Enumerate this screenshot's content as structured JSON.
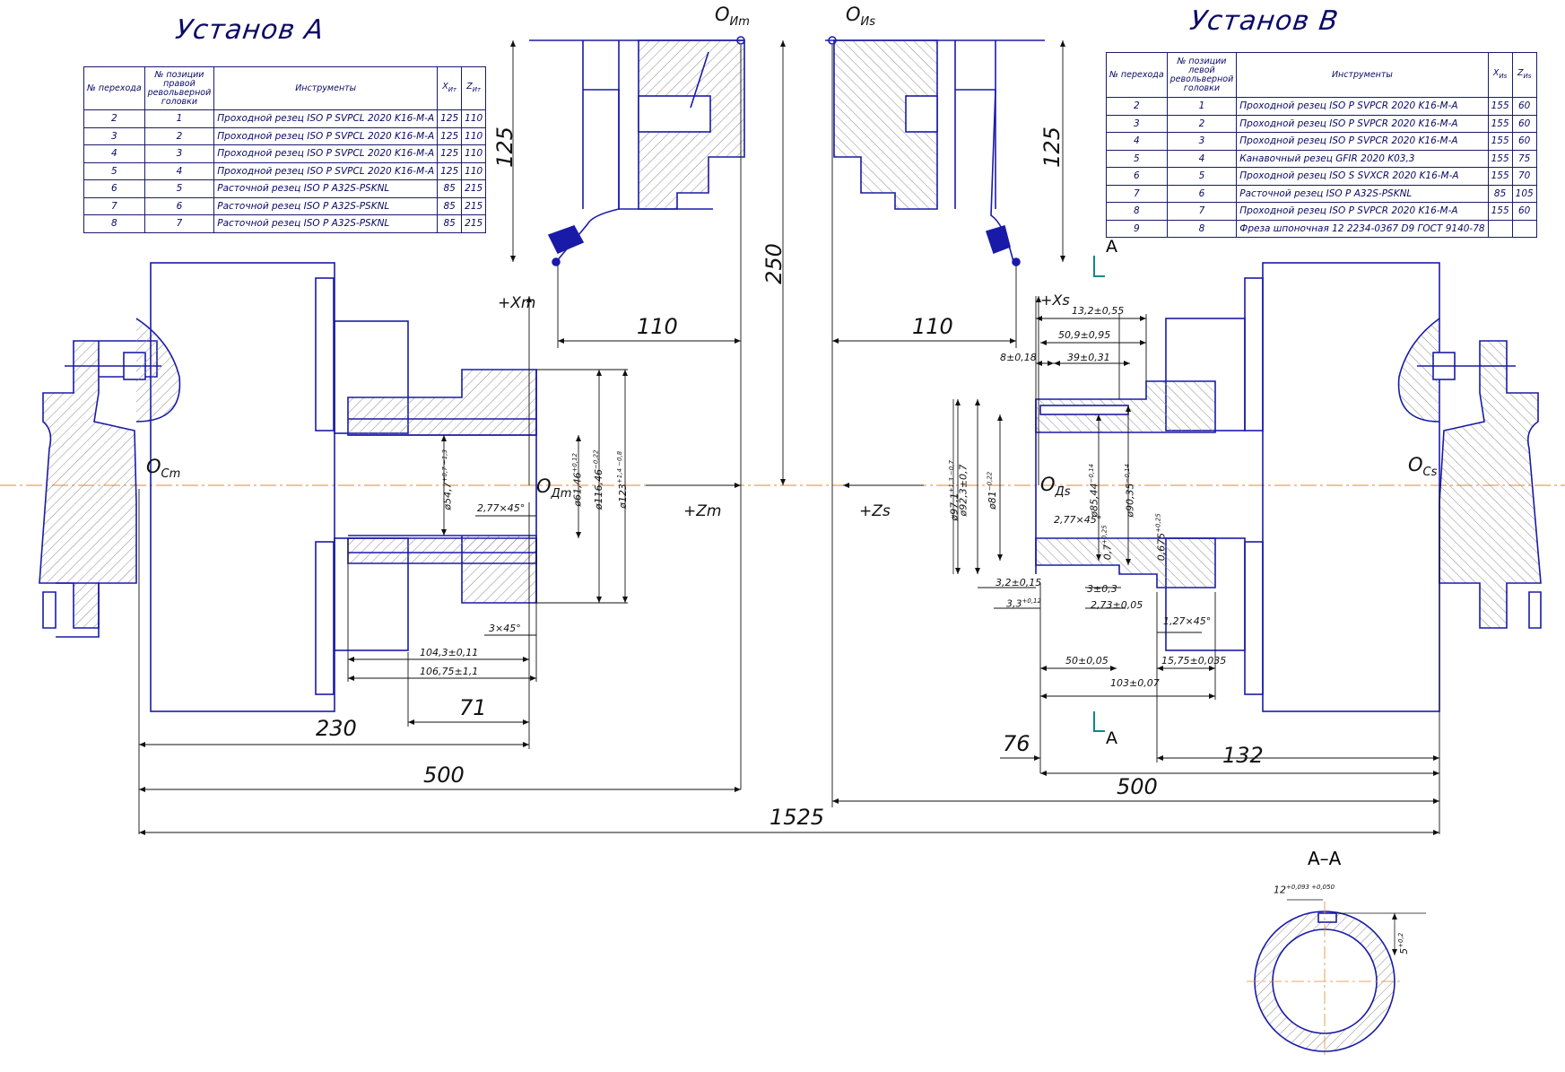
{
  "setup_a": {
    "title": "Установ А",
    "table": {
      "headers": [
        "№ перехода",
        "№ позиции правой револьверной головки",
        "Инструменты",
        "X",
        "Z"
      ],
      "header_subs": [
        "Ит",
        "Ит"
      ],
      "rows": [
        [
          "2",
          "1",
          "Проходной резец ISO P SVPCL 2020 K16-M-A",
          "125",
          "110"
        ],
        [
          "3",
          "2",
          "Проходной резец ISO P SVPCL 2020 K16-M-A",
          "125",
          "110"
        ],
        [
          "4",
          "3",
          "Проходной резец ISO P SVPCL 2020 K16-M-A",
          "125",
          "110"
        ],
        [
          "5",
          "4",
          "Проходной резец ISO P SVPCL 2020 K16-M-A",
          "125",
          "110"
        ],
        [
          "6",
          "5",
          "Расточной резец ISO P A32S-PSKNL",
          "85",
          "215"
        ],
        [
          "7",
          "6",
          "Расточной резец ISO P A32S-PSKNL",
          "85",
          "215"
        ],
        [
          "8",
          "7",
          "Расточной резец ISO P A32S-PSKNL",
          "85",
          "215"
        ]
      ]
    }
  },
  "setup_b": {
    "title": "Установ В",
    "table": {
      "headers": [
        "№ перехода",
        "№ позиции левой револьверной головки",
        "Инструменты",
        "X",
        "Z"
      ],
      "header_subs": [
        "Иs",
        "Иs"
      ],
      "rows": [
        [
          "2",
          "1",
          "Проходной резец ISO P SVPCR 2020 K16-M-A",
          "155",
          "60"
        ],
        [
          "3",
          "2",
          "Проходной резец ISO P SVPCR 2020 K16-M-A",
          "155",
          "60"
        ],
        [
          "4",
          "3",
          "Проходной резец ISO P SVPCR 2020 K16-M-A",
          "155",
          "60"
        ],
        [
          "5",
          "4",
          "Канавочный резец GFIR 2020 K03,3",
          "155",
          "75"
        ],
        [
          "6",
          "5",
          "Проходной резец ISO S SVXCR 2020 K16-M-A",
          "155",
          "70"
        ],
        [
          "7",
          "6",
          "Расточной резец ISO P A32S-PSKNL",
          "85",
          "105"
        ],
        [
          "8",
          "7",
          "Проходной резец ISO P SVPCR 2020 K16-M-A",
          "155",
          "60"
        ],
        [
          "9",
          "8",
          "Фреза шпоночная 12 2234-0367 D9 ГОСТ 9140-78",
          "",
          ""
        ]
      ]
    }
  },
  "points": {
    "o_im": "O",
    "o_im_sub": "Иm",
    "o_is": "O",
    "o_is_sub": "Иs",
    "o_cm": "O",
    "o_cm_sub": "Cm",
    "o_cs": "O",
    "o_cs_sub": "Cs",
    "o_dm": "O",
    "o_dm_sub": "Дm",
    "o_ds": "O",
    "o_ds_sub": "Дs"
  },
  "axes": {
    "xm": "+Xm",
    "zm": "+Zm",
    "xs": "+Xs",
    "zs": "+Zs"
  },
  "dims_left": {
    "d125": "125",
    "d110": "110",
    "d230": "230",
    "d500": "500",
    "d71": "71",
    "d1043": "104,3±0,11",
    "d10675": "106,75±1,1",
    "chamfer_277": "2,77×45°",
    "chamfer_3": "3×45°",
    "phi547": "ø54,7",
    "phi547_tol": "+0,7 −1,3",
    "phi6146": "ø61,46",
    "phi6146_tol": "+0,12",
    "phi11646": "ø116,46",
    "phi11646_tol": "−0,22",
    "phi123": "ø123",
    "phi123_tol": "+1,4 −0,8"
  },
  "dims_center": {
    "d250": "250",
    "d1525": "1525"
  },
  "dims_right": {
    "d125": "125",
    "d110": "110",
    "d132": "132",
    "d500": "500",
    "d76": "76",
    "d132_055": "13,2±0,55",
    "d509": "50,9±0,95",
    "d8": "8±0,18",
    "d39": "39±0,31",
    "d32": "3,2±0,15",
    "d33": "3,3",
    "d33_tol": "+0,12",
    "d3": "3±0,3",
    "d273": "2,73±0,05",
    "d50": "50±0,05",
    "d1575": "15,75±0,035",
    "d103": "103±0,07",
    "chamfer_277": "2,77×45°",
    "chamfer_127": "1,27×45°",
    "d07": "0,7",
    "d07_tol": "+0,25",
    "d0675": "0,675",
    "d0675_tol": "+0,25",
    "phi971": "ø97,1",
    "phi971_tol": "+1,3 −0,7",
    "phi923": "ø92,3±0,7",
    "phi81": "ø81",
    "phi81_tol": "−0,22",
    "phi8544": "ø85,44",
    "phi8544_tol": "−0,14",
    "phi9035": "ø90,35",
    "phi9035_tol": "−0,14"
  },
  "section": {
    "marker": "А",
    "title": "А–А",
    "width": "12",
    "width_tol": "+0,093 +0,050",
    "depth": "5",
    "depth_tol": "+0,2"
  },
  "colors": {
    "outline": "#1a1aa8",
    "hatch": "#777777",
    "dim": "#111111",
    "axis": "#e08a2e",
    "table_text": "#0a0a66"
  }
}
